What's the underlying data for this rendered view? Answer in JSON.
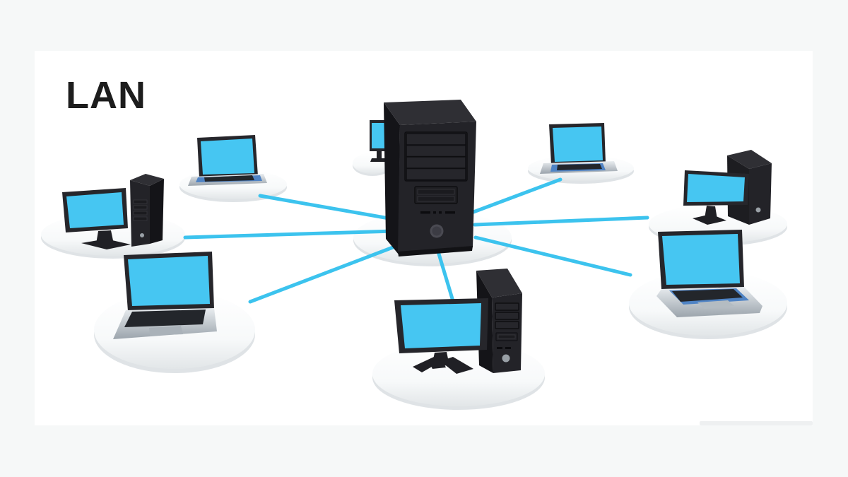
{
  "header": {
    "title": "LAN"
  },
  "colors": {
    "page_bg": "#f6f8f8",
    "canvas": "#ffffff",
    "screen": "#46c6f2",
    "link": "#3cc3ee",
    "device_dark": "#232328",
    "text": "#1d1d1d"
  },
  "diagram": {
    "type": "network-topology",
    "topology": "star",
    "hub": {
      "id": "server",
      "kind": "server-tower"
    },
    "nodes": [
      {
        "id": "monitor-behind-server",
        "kind": "desktop-monitor"
      },
      {
        "id": "laptop-top-left",
        "kind": "laptop"
      },
      {
        "id": "desktop-left",
        "kind": "desktop-pc"
      },
      {
        "id": "laptop-bottom-left",
        "kind": "laptop"
      },
      {
        "id": "laptop-top-right",
        "kind": "laptop"
      },
      {
        "id": "desktop-right",
        "kind": "desktop-pc"
      },
      {
        "id": "laptop-bottom-right",
        "kind": "laptop"
      },
      {
        "id": "desktop-bottom",
        "kind": "desktop-pc"
      }
    ],
    "links": [
      {
        "from": "server",
        "to": "laptop-top-left"
      },
      {
        "from": "server",
        "to": "desktop-left"
      },
      {
        "from": "server",
        "to": "laptop-bottom-left"
      },
      {
        "from": "server",
        "to": "desktop-bottom"
      },
      {
        "from": "server",
        "to": "laptop-top-right"
      },
      {
        "from": "server",
        "to": "desktop-right"
      },
      {
        "from": "server",
        "to": "laptop-bottom-right"
      }
    ]
  }
}
